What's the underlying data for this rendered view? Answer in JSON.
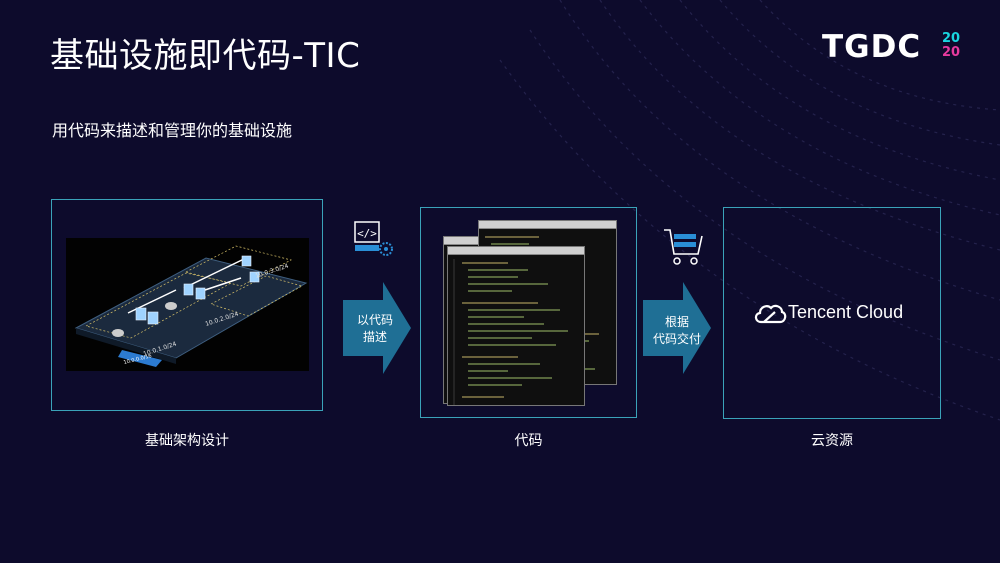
{
  "slide": {
    "title": "基础设施即代码-TIC",
    "subtitle": "用代码来描述和管理你的基础设施"
  },
  "logo": {
    "text": "TGDC",
    "year_top": "20",
    "year_bottom": "20",
    "colors": {
      "cyan": "#19d6e0",
      "pink": "#e63a9e"
    }
  },
  "panels": [
    {
      "caption": "基础架构设计"
    },
    {
      "caption": "代码"
    },
    {
      "caption": "云资源"
    }
  ],
  "arrows": [
    {
      "line1": "以代码",
      "line2": "描述"
    },
    {
      "line1": "根据",
      "line2": "代码交付"
    }
  ],
  "infra_diagram": {
    "labels": [
      "10.0.1.0/24",
      "10.0.2.0/24",
      "10.0.3.0/24",
      "10.0.0.0/16"
    ]
  },
  "cloud_provider": {
    "name": "Tencent Cloud"
  },
  "icons": {
    "code": "code-tag-icon",
    "cart": "shopping-cart-icon",
    "cloud": "tencent-cloud-icon"
  },
  "colors": {
    "background": "#0d0b2c",
    "panel_border": "#3aa3b9",
    "arrow": "#1f6f95"
  }
}
